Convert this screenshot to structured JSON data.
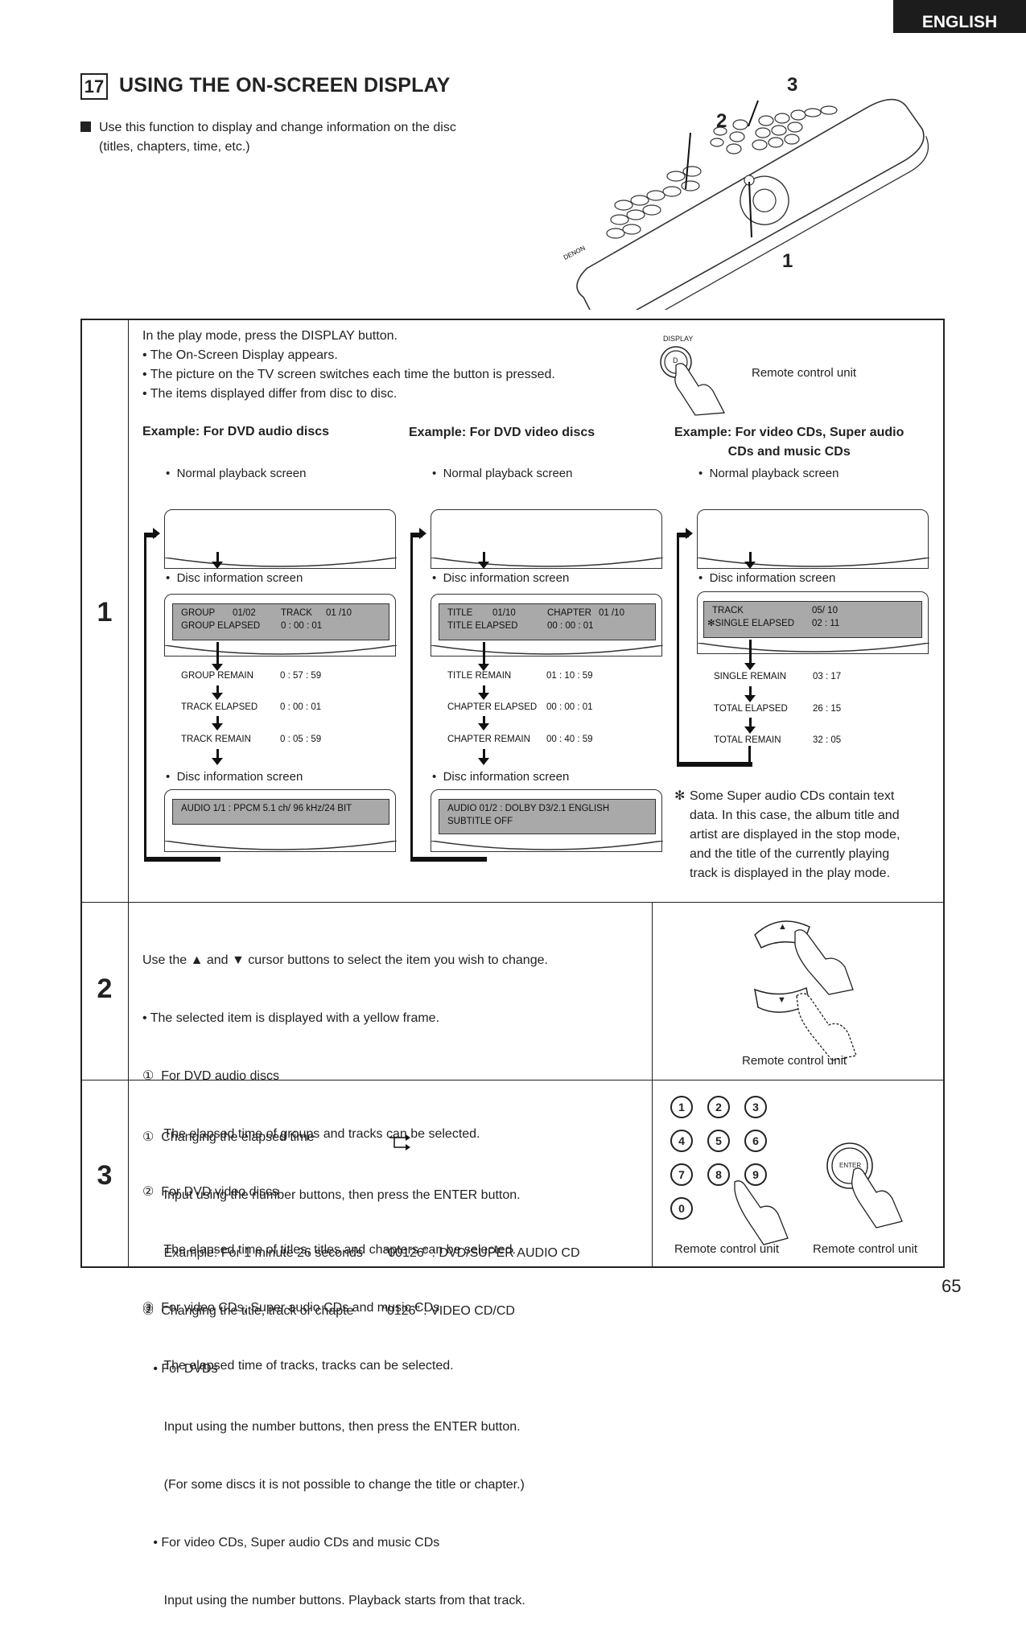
{
  "header": {
    "language": "ENGLISH",
    "page_number": "65"
  },
  "section": {
    "number": "17",
    "title": "USING THE ON-SCREEN DISPLAY",
    "intro_line1": "Use this function to display and change information on the disc",
    "intro_line2": "(titles, chapters, time, etc.)"
  },
  "remote_callouts": [
    "1",
    "2",
    "3"
  ],
  "remote_brand": "DENON",
  "step1": {
    "number": "1",
    "line1": "In the play mode, press the DISPLAY button.",
    "bullets": [
      "The On-Screen Display appears.",
      "The picture on the TV screen switches each time the button is pressed.",
      "The items displayed differ from disc to disc."
    ],
    "display_button_label": "DISPLAY",
    "display_button_glyph": "D",
    "remote_label": "Remote control unit",
    "examples": [
      {
        "heading": "Example: For DVD audio discs",
        "normal": "Normal playback screen",
        "disc_info": "Disc information screen",
        "bar_rows": [
          [
            "GROUP",
            "01/02",
            "TRACK",
            "01  /10"
          ],
          [
            "GROUP ELAPSED",
            "0 : 00 : 01",
            "",
            ""
          ]
        ],
        "seq": [
          [
            "GROUP REMAIN",
            "0 : 57 : 59"
          ],
          [
            "TRACK ELAPSED",
            "0 : 00 : 01"
          ],
          [
            "TRACK REMAIN",
            "0 : 05 : 59"
          ]
        ],
        "disc_info2": "Disc information screen",
        "bar2_line1": "AUDIO  1/1  :  PPCM        5.1 ch/   96 kHz/24 BIT",
        "bar2_line2": ""
      },
      {
        "heading": "Example: For DVD video discs",
        "normal": "Normal playback screen",
        "disc_info": "Disc information screen",
        "bar_rows": [
          [
            "TITLE",
            "01/10",
            "CHAPTER",
            "01  /10"
          ],
          [
            "TITLE ELAPSED",
            "00 : 00 : 01",
            "",
            ""
          ]
        ],
        "seq": [
          [
            "TITLE REMAIN",
            "01 : 10 : 59"
          ],
          [
            "CHAPTER ELAPSED",
            "00 : 00 : 01"
          ],
          [
            "CHAPTER REMAIN",
            "00 : 40 : 59"
          ]
        ],
        "disc_info2": "Disc information screen",
        "bar2_line1": "AUDIO  01/2  :  DOLBY  D3/2.1  ENGLISH",
        "bar2_line2": "SUBTITLE      OFF"
      },
      {
        "heading_line1": "Example: For video CDs, Super audio",
        "heading_line2": "CDs and music CDs",
        "normal": "Normal playback screen",
        "disc_info": "Disc information screen",
        "bar_rows": [
          [
            "TRACK",
            "05/ 10"
          ],
          [
            "✻SINGLE ELAPSED",
            "02 : 11"
          ]
        ],
        "seq": [
          [
            "SINGLE REMAIN",
            "03 : 17"
          ],
          [
            "TOTAL ELAPSED",
            "26 : 15"
          ],
          [
            "TOTAL REMAIN",
            "32 : 05"
          ]
        ],
        "note_mark": "✻",
        "note_lines": [
          "Some Super audio CDs contain text",
          "data. In this case, the album title and",
          "artist are displayed in the stop mode,",
          "and the title of the currently playing",
          "track is displayed in the play mode."
        ]
      }
    ]
  },
  "step2": {
    "number": "2",
    "lines": [
      "Use the ▲ and ▼ cursor buttons to select the item you wish to change.",
      "• The selected item is displayed with a yellow frame.",
      "①  For DVD audio discs",
      "      The elapsed time of groups and tracks can be selected.",
      "②  For DVD video discs",
      "      The elapsed time of titles, titles and chapters can be selected.",
      "③  For video CDs, Super audio CDs and music CDs",
      "      The elapsed time of tracks, tracks can be selected."
    ],
    "up_glyph": "▲",
    "down_glyph": "▼",
    "remote_label": "Remote control unit"
  },
  "step3": {
    "number": "3",
    "line1": "①  Changing the elapsed time",
    "line2": "      Input using the number buttons, then press the ENTER button.",
    "line3a": "      Example: For 1 minute 26 seconds",
    "line3b": "“00126” : DVD/SUPER AUDIO CD",
    "line4a": "②  Changing the title, track or chapte",
    "line4b": "“0126” : VIDEO CD/CD",
    "line5": "   • For DVDs",
    "line6": "      Input using the number buttons, then press the ENTER button.",
    "line7": "      (For some discs it is not possible to change the title or chapter.)",
    "line8": "   • For video CDs, Super audio CDs and music CDs",
    "line9": "      Input using the number buttons. Playback starts from that track.",
    "number_buttons": [
      "1",
      "2",
      "3",
      "4",
      "5",
      "6",
      "7",
      "8",
      "9",
      "0"
    ],
    "enter_label": "ENTER",
    "remote_label_left": "Remote control unit",
    "remote_label_right": "Remote control unit"
  }
}
